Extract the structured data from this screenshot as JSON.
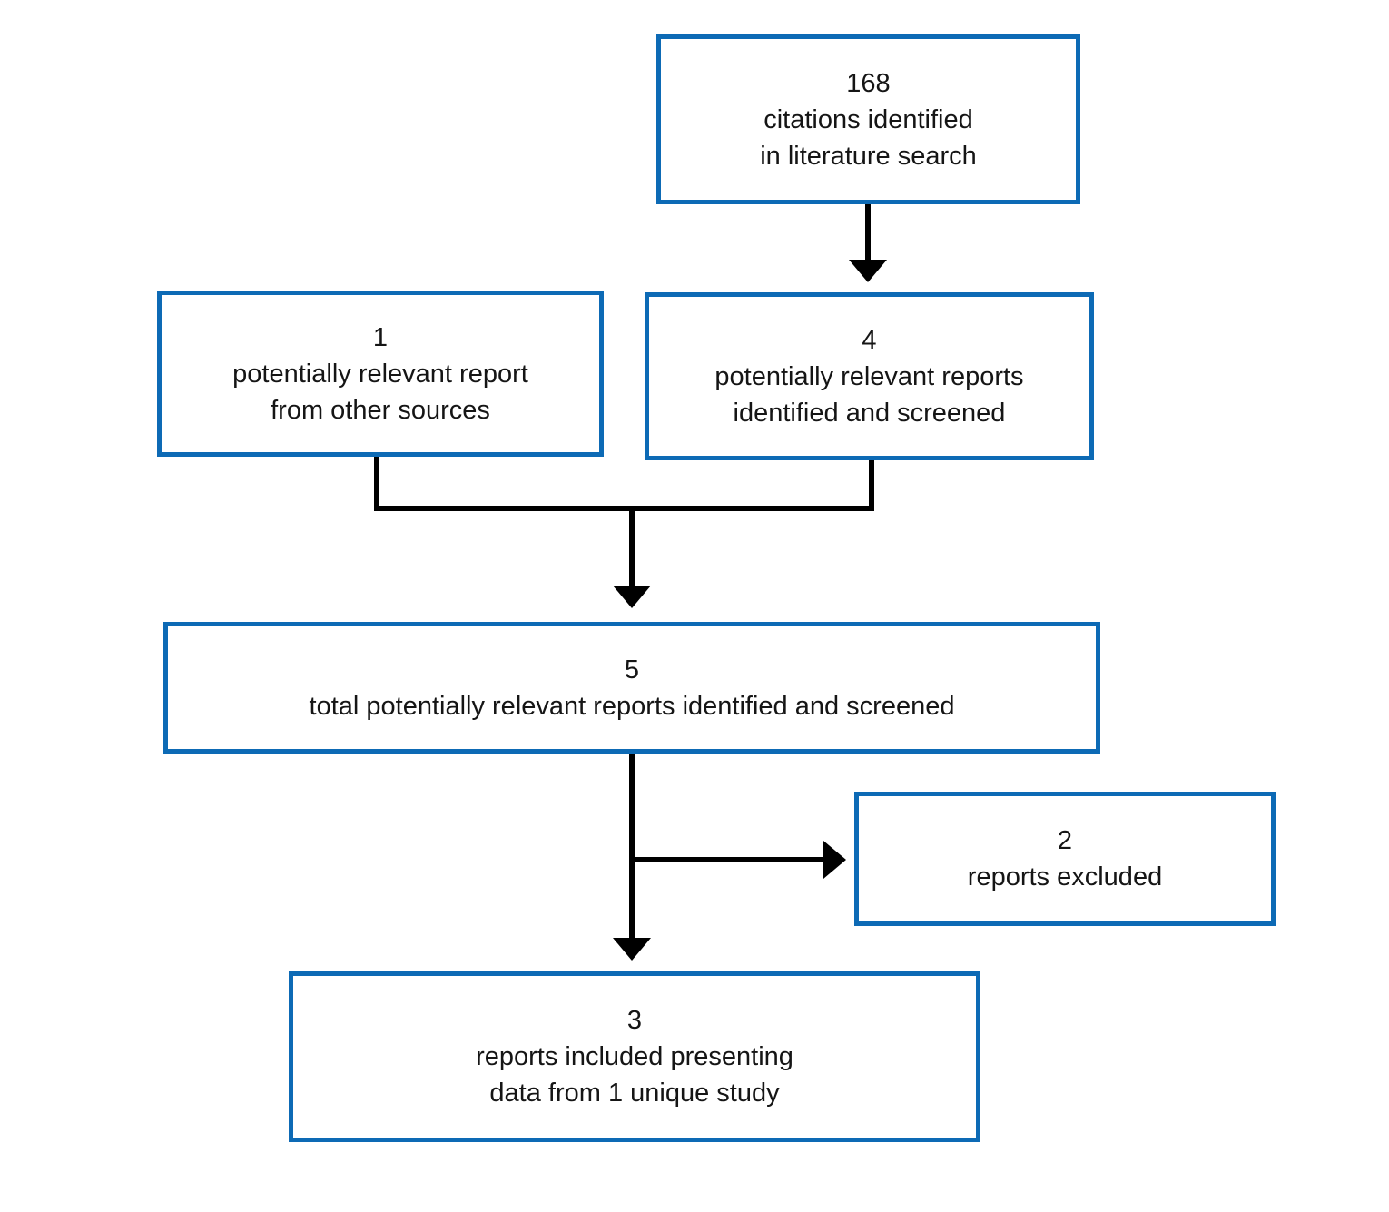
{
  "colors": {
    "box_border": "#0d6ab5",
    "connector": "#000000",
    "text": "#151515",
    "background": "#ffffff"
  },
  "nodes": [
    {
      "id": "citations-identified",
      "count": "168",
      "lines": [
        "citations identified",
        "in literature search"
      ]
    },
    {
      "id": "other-sources",
      "count": "1",
      "lines": [
        "potentially relevant report",
        "from other sources"
      ]
    },
    {
      "id": "identified-and-screened",
      "count": "4",
      "lines": [
        "potentially relevant reports",
        "identified and screened"
      ]
    },
    {
      "id": "total-screened",
      "count": "5",
      "lines": [
        "total potentially relevant reports identified and screened"
      ]
    },
    {
      "id": "reports-excluded",
      "count": "2",
      "lines": [
        "reports excluded"
      ]
    },
    {
      "id": "reports-included",
      "count": "3",
      "lines": [
        "reports included presenting",
        "data from 1 unique study"
      ]
    }
  ]
}
